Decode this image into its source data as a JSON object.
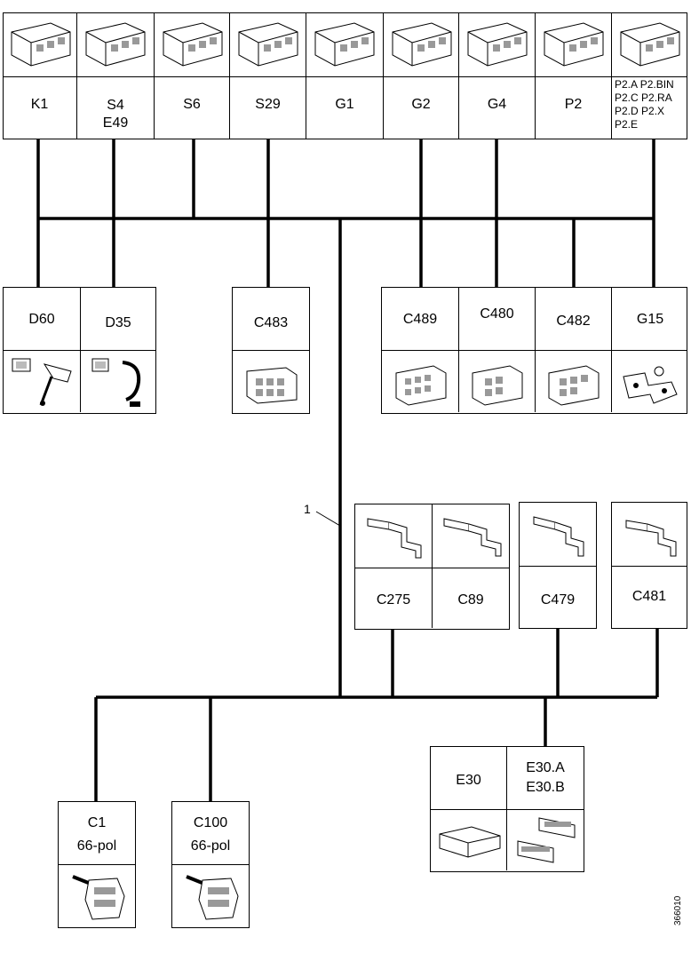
{
  "top_row": [
    {
      "id": "K1",
      "label": "K1",
      "label2": ""
    },
    {
      "id": "S4",
      "label": "S4",
      "label2": "E49"
    },
    {
      "id": "S6",
      "label": "S6",
      "label2": ""
    },
    {
      "id": "S29",
      "label": "S29",
      "label2": ""
    },
    {
      "id": "G1",
      "label": "G1",
      "label2": ""
    },
    {
      "id": "G2",
      "label": "G2",
      "label2": ""
    },
    {
      "id": "G4",
      "label": "G4",
      "label2": ""
    },
    {
      "id": "P2",
      "label": "P2",
      "label2": ""
    },
    {
      "id": "P2X",
      "label": "P2.A  P2.BIN",
      "label2": "P2.C  P2.RA",
      "label3": "P2.D  P2.X",
      "label4": "P2.E"
    }
  ],
  "mid_row": {
    "D60": "D60",
    "D35": "D35",
    "C483": "C483",
    "C489": "C489",
    "C480": "C480",
    "C482": "C482",
    "G15": "G15"
  },
  "terminals": {
    "C275": "C275",
    "C89": "C89",
    "C479": "C479",
    "C481": "C481"
  },
  "bottom": {
    "C1": "C1",
    "C1_pol": "66-pol",
    "C100": "C100",
    "C100_pol": "66-pol",
    "E30": "E30",
    "E30A": "E30.A",
    "E30B": "E30.B"
  },
  "callout": "1",
  "image_id": "366010"
}
